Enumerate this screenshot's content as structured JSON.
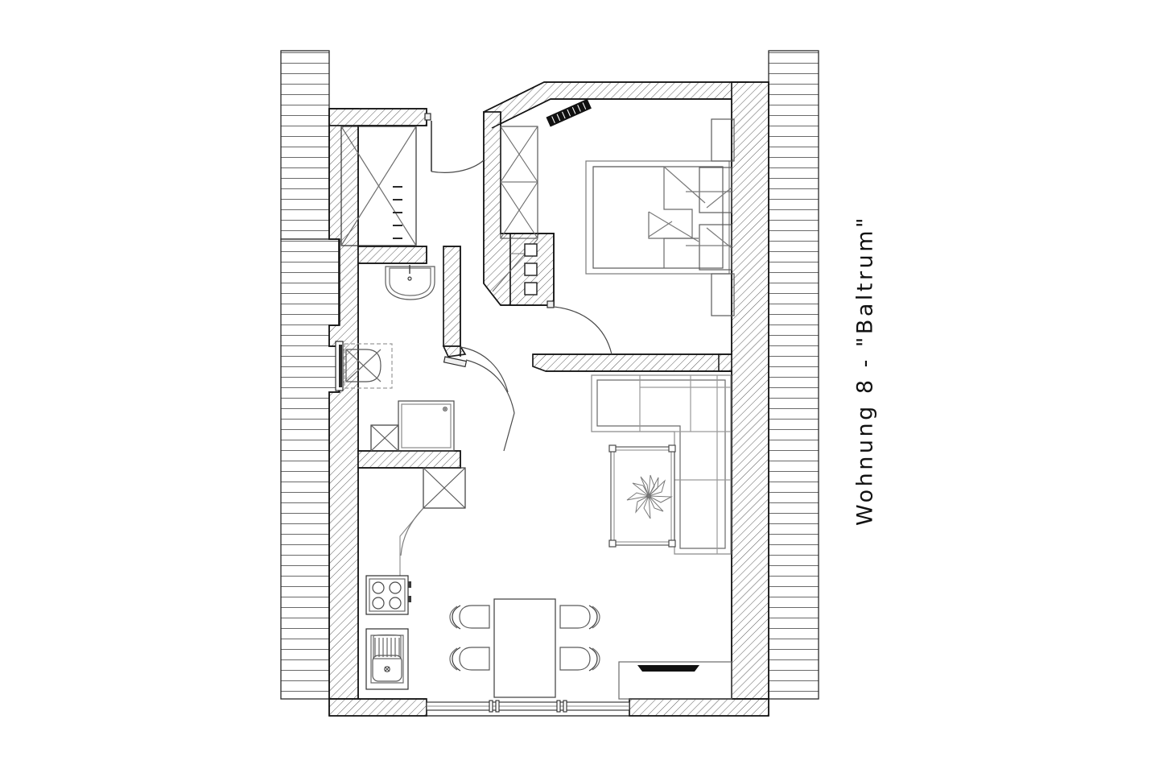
{
  "document": {
    "type": "architectural-floor-plan",
    "title": "Wohnung 8 - \"Baltrum\"",
    "title_rotation_degrees": -90,
    "background_color": "#ffffff",
    "line_color": "#1a1a1a",
    "hatch_color": "#555555",
    "furniture_color": "#6a6a6a"
  },
  "legend": {
    "wall_hatch": "diagonal-hatch",
    "neighbour_hatch": "horizontal-line-hatch"
  },
  "rooms": [
    {
      "id": "bedroom",
      "name": "Schlafzimmer",
      "label": ""
    },
    {
      "id": "living",
      "name": "Wohnzimmer",
      "label": ""
    },
    {
      "id": "bathroom",
      "name": "Badezimmer",
      "label": ""
    },
    {
      "id": "hall",
      "name": "Flur",
      "label": ""
    },
    {
      "id": "kitchen",
      "name": "Kueche",
      "label": ""
    },
    {
      "id": "entry-closet",
      "name": "Abstellraum",
      "label": ""
    }
  ],
  "fixtures": [
    {
      "id": "bed",
      "name": "double-bed",
      "room": "bedroom"
    },
    {
      "id": "nightstand-top",
      "name": "nightstand",
      "room": "bedroom"
    },
    {
      "id": "nightstand-bot",
      "name": "nightstand",
      "room": "bedroom"
    },
    {
      "id": "wardrobe-bed",
      "name": "wardrobe",
      "room": "bedroom"
    },
    {
      "id": "radiator-bed",
      "name": "radiator",
      "room": "bedroom"
    },
    {
      "id": "sofa",
      "name": "l-shaped-sofa",
      "room": "living"
    },
    {
      "id": "coffee-table",
      "name": "coffee-table",
      "room": "living"
    },
    {
      "id": "plant",
      "name": "potted-plant",
      "room": "living"
    },
    {
      "id": "media-unit",
      "name": "media-unit",
      "room": "living"
    },
    {
      "id": "dining-table",
      "name": "dining-table",
      "room": "living"
    },
    {
      "id": "chair-1",
      "name": "dining-chair",
      "room": "living"
    },
    {
      "id": "chair-2",
      "name": "dining-chair",
      "room": "living"
    },
    {
      "id": "chair-3",
      "name": "dining-chair",
      "room": "living"
    },
    {
      "id": "chair-4",
      "name": "dining-chair",
      "room": "living"
    },
    {
      "id": "cooktop",
      "name": "cooktop",
      "room": "kitchen"
    },
    {
      "id": "sink",
      "name": "kitchen-sink",
      "room": "kitchen"
    },
    {
      "id": "upper-cabinet",
      "name": "wall-cabinet",
      "room": "kitchen"
    },
    {
      "id": "washbasin",
      "name": "washbasin",
      "room": "bathroom"
    },
    {
      "id": "toilet",
      "name": "wall-hung-toilet",
      "room": "bathroom"
    },
    {
      "id": "shower",
      "name": "shower-tray",
      "room": "bathroom"
    },
    {
      "id": "bath-cabinet",
      "name": "bathroom-cabinet",
      "room": "bathroom"
    },
    {
      "id": "closet-entry",
      "name": "wardrobe",
      "room": "entry-closet"
    },
    {
      "id": "hall-wardrobe",
      "name": "built-in-wardrobe",
      "room": "hall"
    },
    {
      "id": "niche-shelves",
      "name": "wall-niche",
      "room": "hall"
    }
  ],
  "openings": [
    {
      "id": "door-entry-closet",
      "name": "swing-door"
    },
    {
      "id": "door-bedroom",
      "name": "swing-door"
    },
    {
      "id": "door-bathroom",
      "name": "swing-door"
    },
    {
      "id": "door-kitchen",
      "name": "swing-door"
    },
    {
      "id": "window-south",
      "name": "sliding-window"
    }
  ]
}
